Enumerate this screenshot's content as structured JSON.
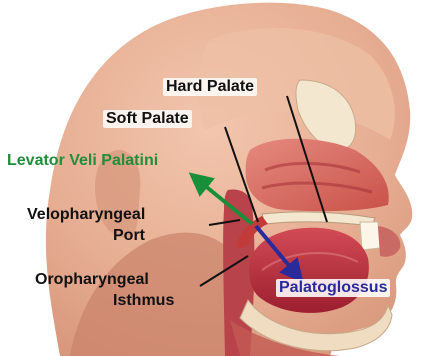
{
  "labels": {
    "hard_palate": "Hard Palate",
    "soft_palate": "Soft Palate",
    "levator_veli_palatini": "Levator Veli Palatini",
    "velopharyngeal_port_line1": "Velopharyngeal",
    "velopharyngeal_port_line2": "Port",
    "oropharyngeal_isthmus_line1": "Oropharyngeal",
    "oropharyngeal_isthmus_line2": "Isthmus",
    "palatoglossus": "Palatoglossus"
  },
  "colors": {
    "skin": "#e8b49a",
    "muscle": "#c23a3a",
    "nasal_cavity": "#d86a6a",
    "bone": "#f3e7cf",
    "tongue": "#b7293a",
    "levator_arrow": "#1a8f3a",
    "palatoglossus_arrow": "#2a2a9a",
    "leader_line": "#111111"
  },
  "icons": {
    "levator_arrow": "arrow-up-left-icon",
    "palatoglossus_arrow": "arrow-down-right-icon"
  }
}
